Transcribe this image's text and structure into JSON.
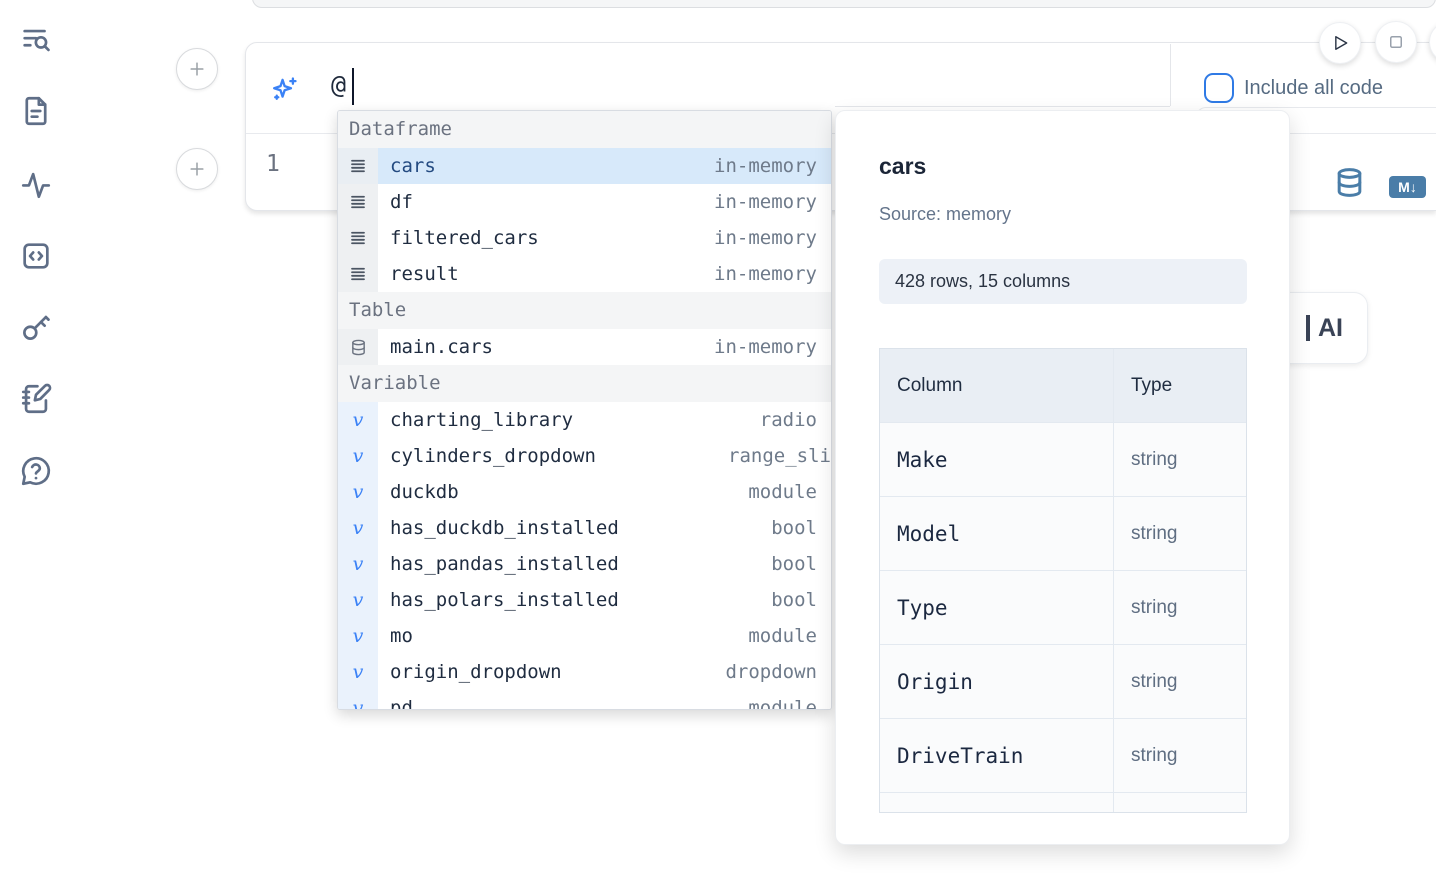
{
  "sidebar": {
    "icons": [
      "toc-search",
      "document",
      "activity",
      "code-square",
      "key",
      "notebook-pen",
      "help-chat"
    ]
  },
  "prompt": {
    "input_value": "@",
    "include_all_code": "Include all code"
  },
  "cell": {
    "line_number": "1",
    "markdown_badge": "M↓"
  },
  "ai_button": {
    "label": "AI"
  },
  "autocomplete": {
    "sections": [
      {
        "label": "Dataframe",
        "items": [
          {
            "name": "cars",
            "type": "in-memory"
          },
          {
            "name": "df",
            "type": "in-memory"
          },
          {
            "name": "filtered_cars",
            "type": "in-memory"
          },
          {
            "name": "result",
            "type": "in-memory"
          }
        ]
      },
      {
        "label": "Table",
        "items": [
          {
            "name": "main.cars",
            "type": "in-memory"
          }
        ]
      },
      {
        "label": "Variable",
        "items": [
          {
            "name": "charting_library",
            "type": "radio"
          },
          {
            "name": "cylinders_dropdown",
            "type": "range_slider"
          },
          {
            "name": "duckdb",
            "type": "module"
          },
          {
            "name": "has_duckdb_installed",
            "type": "bool"
          },
          {
            "name": "has_pandas_installed",
            "type": "bool"
          },
          {
            "name": "has_polars_installed",
            "type": "bool"
          },
          {
            "name": "mo",
            "type": "module"
          },
          {
            "name": "origin_dropdown",
            "type": "dropdown"
          },
          {
            "name": "pd",
            "type": "module"
          }
        ]
      }
    ]
  },
  "preview": {
    "title": "cars",
    "source": "Source: memory",
    "shape_badge": "428 rows, 15 columns",
    "table": {
      "col_header": "Column",
      "type_header": "Type",
      "rows": [
        [
          "Make",
          "string"
        ],
        [
          "Model",
          "string"
        ],
        [
          "Type",
          "string"
        ],
        [
          "Origin",
          "string"
        ],
        [
          "DriveTrain",
          "string"
        ]
      ]
    }
  },
  "colors": {
    "accent_blue": "#3b82f6",
    "steel_blue": "#4a7da8",
    "selection_bg": "#d7e9fa",
    "checkbox_blue": "#2f7ae5"
  }
}
